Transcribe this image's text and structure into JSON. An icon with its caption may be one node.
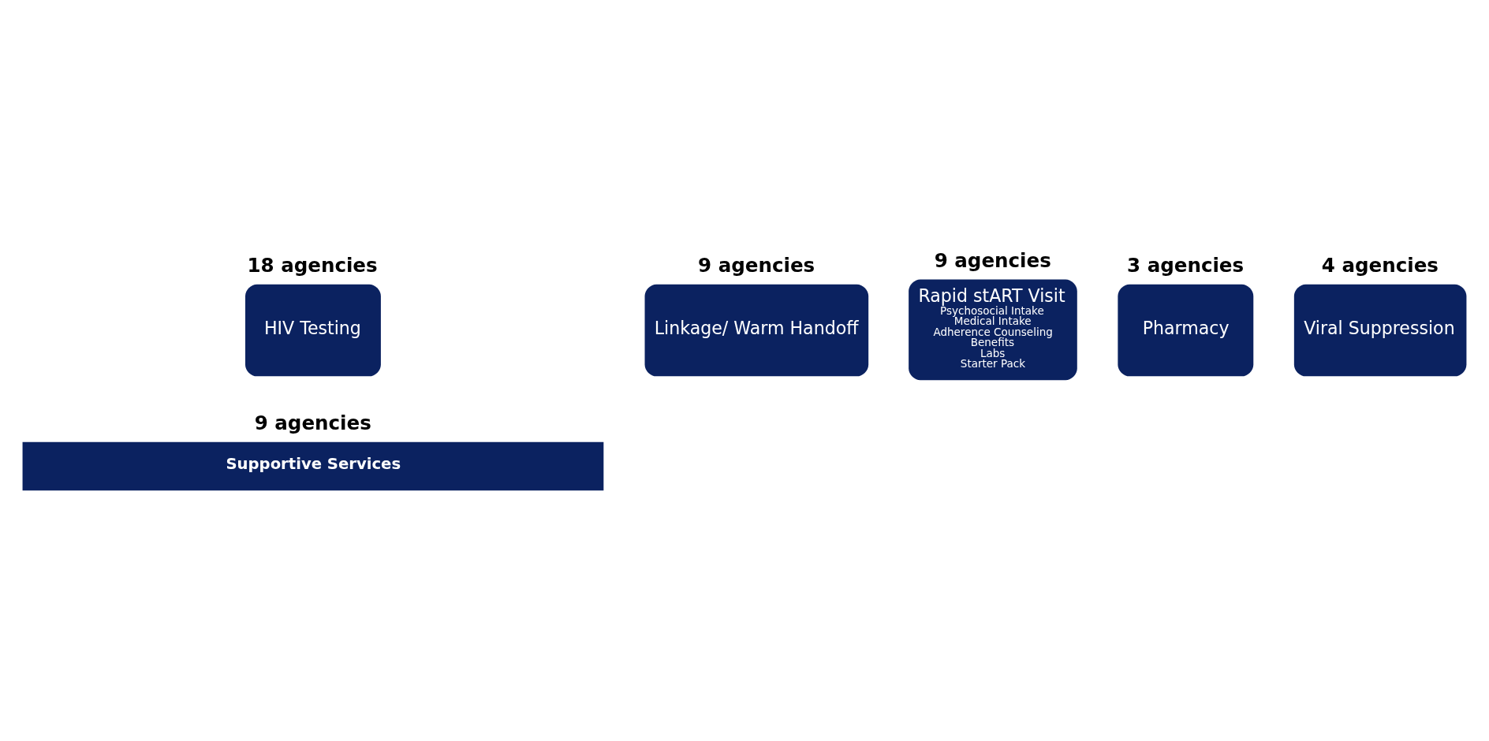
{
  "diagram": {
    "nodes": [
      {
        "text": [
          "HIV Testing"
        ],
        "beside": [
          "18 agencies"
        ]
      },
      {
        "text": [
          "Linkage/ Warm Handoff"
        ],
        "beside": [
          "9 agencies"
        ]
      },
      {
        "text": [
          "Rapid stART Visit",
          "Psychosocial Intake",
          "Medical Intake",
          "Adherence Counseling",
          "Benefits",
          "Labs",
          "Starter Pack"
        ],
        "beside": [
          "9 agencies"
        ]
      },
      {
        "text": [
          "Pharmacy"
        ],
        "beside": [
          "3 agencies"
        ]
      },
      {
        "text": [
          "Viral Suppression"
        ],
        "beside": [
          "4 agencies"
        ]
      },
      {
        "text": [
          "Supportive Services"
        ],
        "beside": [
          "9 agencies"
        ]
      }
    ],
    "edges": []
  }
}
